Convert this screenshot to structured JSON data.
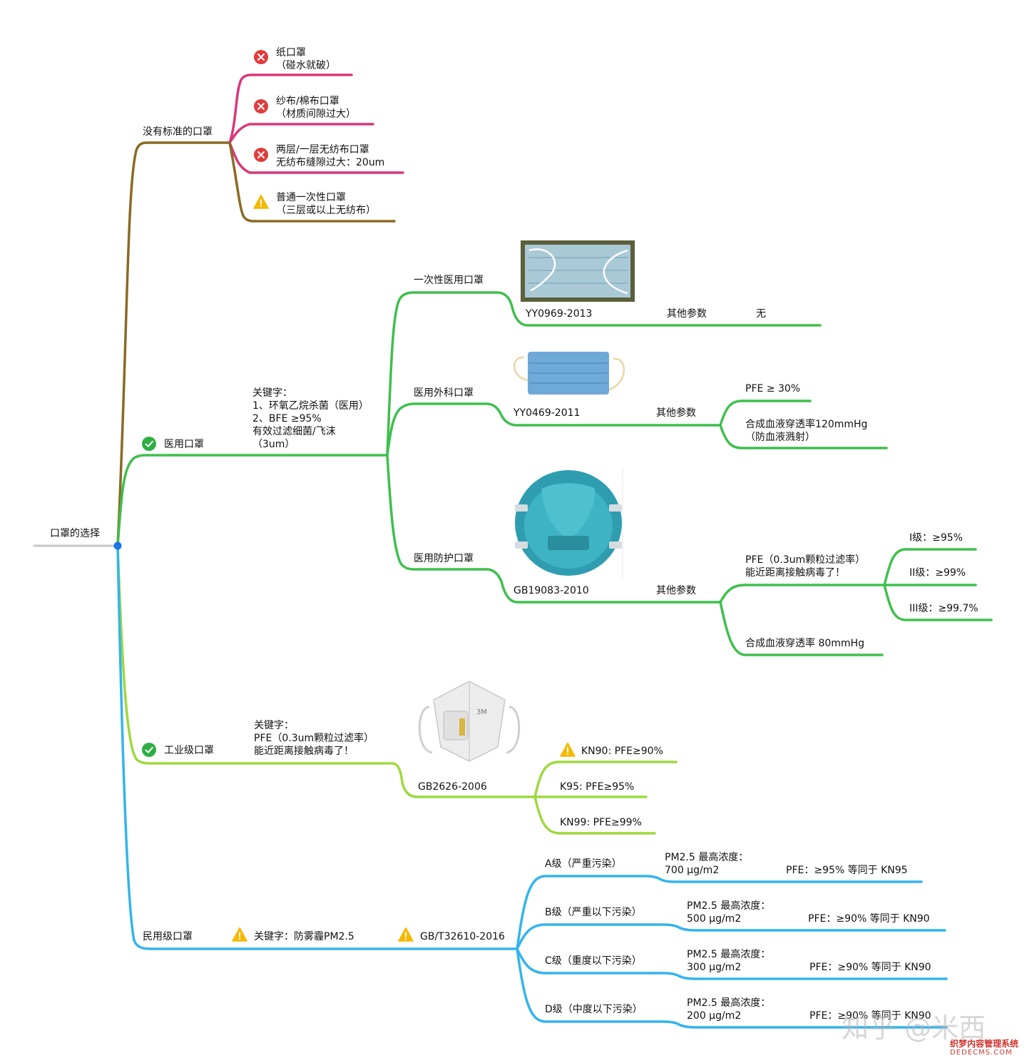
{
  "colors": {
    "root": "#c7c7c7",
    "brown": "#8a6a24",
    "pink": "#d8387a",
    "green": "#3fbf4d",
    "lime": "#9ed93f",
    "blue": "#34b4ec",
    "root_dot": "#1a73e8",
    "icon_red": "#e03c3c",
    "icon_yellow": "#f5b800",
    "icon_green": "#2fae44"
  },
  "root": {
    "label": "口罩的选择"
  },
  "no_standard": {
    "label": "没有标准的口罩",
    "items": [
      {
        "line1": "纸口罩",
        "line2": "（碰水就破）",
        "icon": "x-circle-icon"
      },
      {
        "line1": "纱布/棉布口罩",
        "line2": "（材质间隙过大）",
        "icon": "x-circle-icon"
      },
      {
        "line1": "两层/一层无纺布口罩",
        "line2": "无纺布缝隙过大：20um",
        "icon": "x-circle-icon"
      },
      {
        "line1": "普通一次性口罩",
        "line2": "（三层或以上无纺布）",
        "icon": "warning-icon"
      }
    ]
  },
  "medical": {
    "label": "医用口罩",
    "icon": "check-circle-icon",
    "keyword": "关键字：\n1、环氧乙烷杀菌（医用）\n2、BFE ≥95%\n有效过滤细菌/飞沫\n（3um）",
    "disposable": {
      "label": "一次性医用口罩",
      "standard": "YY0969-2013",
      "param": "其他参数",
      "value": "无"
    },
    "surgical": {
      "label": "医用外科口罩",
      "standard": "YY0469-2011",
      "param": "其他参数",
      "values": [
        "PFE ≥ 30%",
        "合成血液穿透率120mmHg\n（防血液溅射）"
      ]
    },
    "protective": {
      "label": "医用防护口罩",
      "standard": "GB19083-2010",
      "param": "其他参数",
      "pfe": "PFE（0.3um颗粒过滤率）\n能近距离接触病毒了！",
      "levels": [
        "I级：≥95%",
        "II级：≥99%",
        "III级：≥99.7%"
      ],
      "blood": "合成血液穿透率 80mmHg"
    }
  },
  "industrial": {
    "label": "工业级口罩",
    "icon": "check-circle-icon",
    "keyword": "关键字：\nPFE（0.3um颗粒过滤率）\n能近距离接触病毒了！",
    "standard": "GB2626-2006",
    "grades": [
      "KN90: PFE≥90%",
      "K95: PFE≥95%",
      "KN99: PFE≥99%"
    ]
  },
  "civil": {
    "label": "民用级口罩",
    "keyword": "关键字：防雾霾PM2.5",
    "standard": "GB/T32610-2016",
    "grades": [
      {
        "level": "A级（严重污染）",
        "conc": "PM2.5 最高浓度：\n700 μg/m2",
        "pfe": "PFE：≥95% 等同于 KN95"
      },
      {
        "level": "B级（严重以下污染）",
        "conc": "PM2.5 最高浓度：\n500 μg/m2",
        "pfe": "PFE：≥90% 等同于 KN90"
      },
      {
        "level": "C级（重度以下污染）",
        "conc": "PM2.5 最高浓度：\n300 μg/m2",
        "pfe": "PFE：≥90% 等同于 KN90"
      },
      {
        "level": "D级（中度以下污染）",
        "conc": "PM2.5 最高浓度：\n200 μg/m2",
        "pfe": "PFE：≥90% 等同于 KN90"
      }
    ]
  },
  "watermarks": {
    "zhihu": "知乎 @米西",
    "site": "织梦内容管理系统",
    "site_url": "DEDECMS.COM"
  }
}
